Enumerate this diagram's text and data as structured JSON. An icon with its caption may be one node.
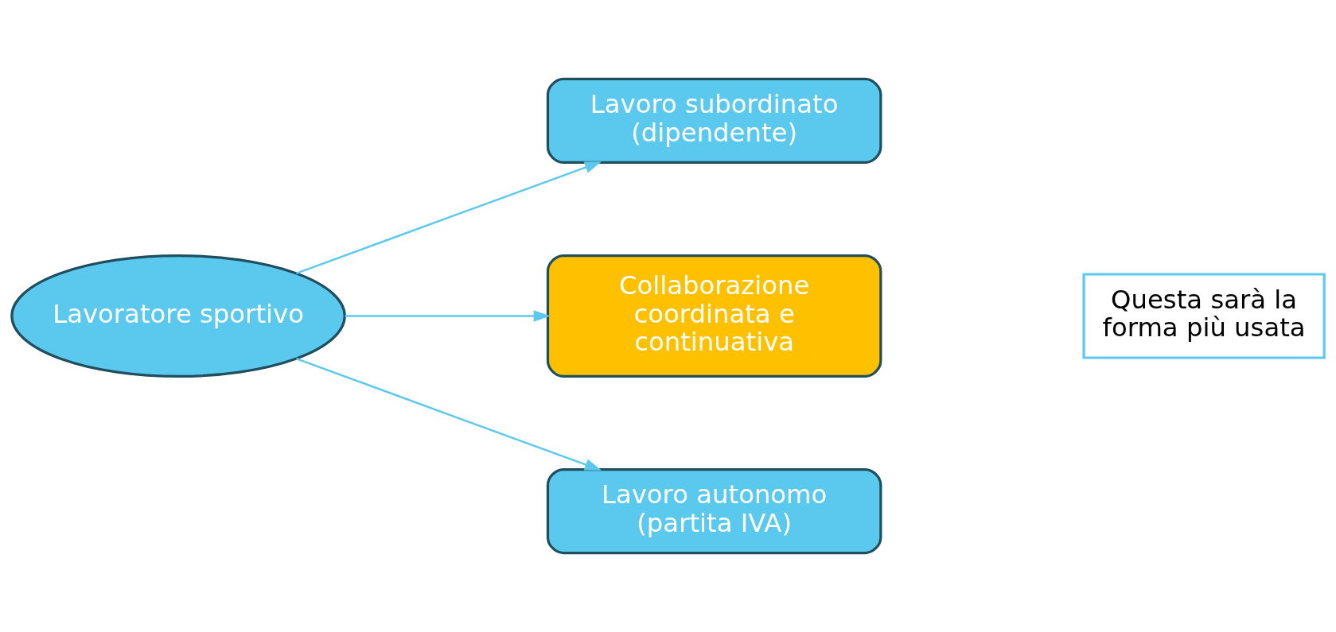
{
  "diagram": {
    "nodes": [
      {
        "text": [
          "Lavoratore sportivo"
        ]
      },
      {
        "text": [
          "Lavoro subordinato (dipendente)"
        ]
      },
      {
        "text": [
          "Collaborazione coordinata e continuativa"
        ]
      },
      {
        "text": [
          "Questa sarà la forma più usata"
        ]
      },
      {
        "text": [
          "Lavoro autonomo (partita IVA)"
        ]
      }
    ],
    "edges": [
      {
        "from": 0,
        "to": 1,
        "arrow": "to"
      },
      {
        "from": 0,
        "to": 2,
        "arrow": "to"
      },
      {
        "from": 0,
        "to": 4,
        "arrow": "to"
      }
    ]
  }
}
